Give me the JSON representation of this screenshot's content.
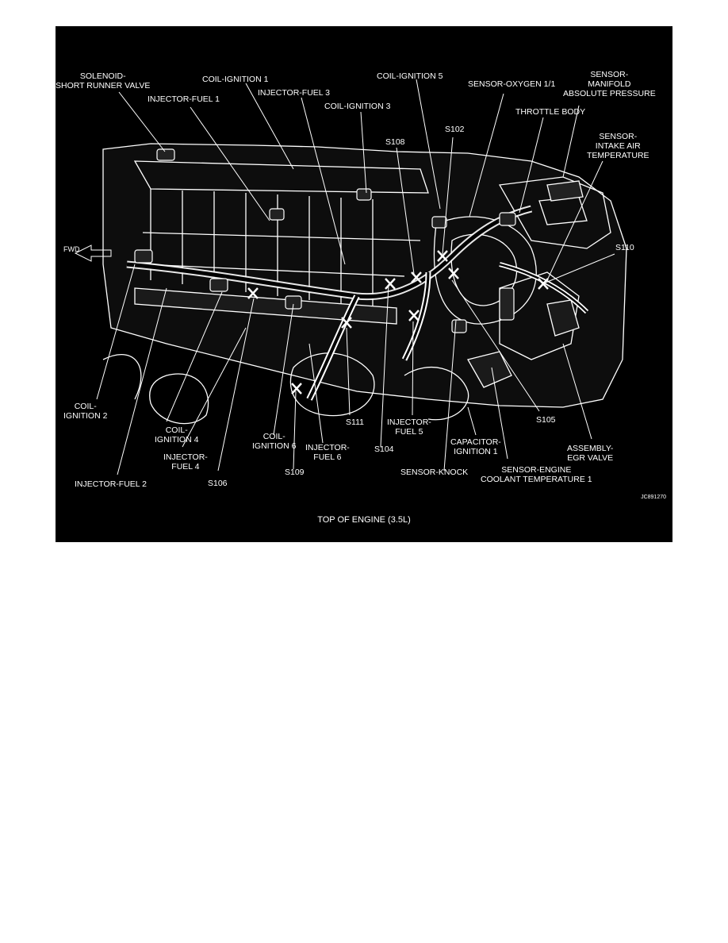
{
  "figure": {
    "caption": "TOP OF ENGINE (3.5L)",
    "code": "JC891270",
    "arrow_label": "FWD",
    "labels": {
      "solenoid": "SOLENOID-\nSHORT RUNNER VALVE",
      "coil1": "COIL-IGNITION 1",
      "injector1": "INJECTOR-FUEL 1",
      "injector3": "INJECTOR-FUEL 3",
      "coil5": "COIL-IGNITION 5",
      "coil3": "COIL-IGNITION 3",
      "oxygen": "SENSOR-OXYGEN 1/1",
      "map": "SENSOR-\nMANIFOLD\nABSOLUTE PRESSURE",
      "throttle": "THROTTLE BODY",
      "s102": "S102",
      "s108": "S108",
      "iat": "SENSOR-\nINTAKE AIR\nTEMPERATURE",
      "s110": "S110",
      "coil2": "COIL-\nIGNITION 2",
      "coil4": "COIL-\nIGNITION 4",
      "injector4": "INJECTOR-\nFUEL 4",
      "injector2": "INJECTOR-FUEL 2",
      "s106": "S106",
      "coil6": "COIL-\nIGNITION 6",
      "s109": "S109",
      "injector6": "INJECTOR-\nFUEL 6",
      "s111": "S111",
      "s104": "S104",
      "injector5": "INJECTOR-\nFUEL 5",
      "knock": "SENSOR-KNOCK",
      "capacitor": "CAPACITOR-\nIGNITION 1",
      "s105": "S105",
      "ect": "SENSOR-ENGINE\nCOOLANT TEMPERATURE 1",
      "egr": "ASSEMBLY-\nEGR VALVE"
    }
  },
  "colors": {
    "background": "#000000",
    "ink": "#ffffff",
    "page": "#ffffff"
  }
}
